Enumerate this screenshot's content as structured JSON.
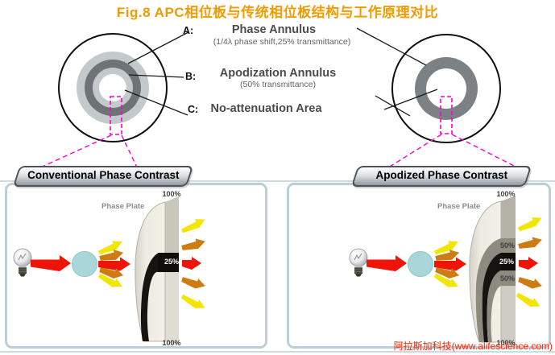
{
  "title": "Fig.8 APC相位板与传统相位板结构与工作原理对比",
  "legend": {
    "a": {
      "key": "A:",
      "label": "Phase Annulus",
      "sub": "(1/4λ phase shift,25% transmittance)"
    },
    "b": {
      "key": "B:",
      "label": "Apodization Annulus",
      "sub": "(50% transmittance)"
    },
    "c": {
      "key": "C:",
      "label": "No-attenuation Area"
    }
  },
  "panels": {
    "left": {
      "header": "Conventional Phase Contrast",
      "plate_label": "Phase Plate",
      "t_top": "100%",
      "t_mid": "25%",
      "t_bottom": "100%"
    },
    "right": {
      "header": "Apodized Phase Contrast",
      "plate_label": "Phase Plate",
      "t_top": "100%",
      "t_upper": "50%",
      "t_mid": "25%",
      "t_lower": "50%",
      "t_bottom": "100%"
    }
  },
  "watermark": "阿拉斯加科技(www.alifescience.com)",
  "colors": {
    "title": "#f29b00",
    "magenta": "#ff00c8",
    "arrow_red": "#ee1408",
    "arrow_orange": "#cf7b13",
    "arrow_yellow": "#f2e600",
    "specimen_fill": "#a9d6d9",
    "ring_dark": "#6d7376",
    "ring_light": "#c4c9cc",
    "panel_border": "#bccfd8"
  }
}
